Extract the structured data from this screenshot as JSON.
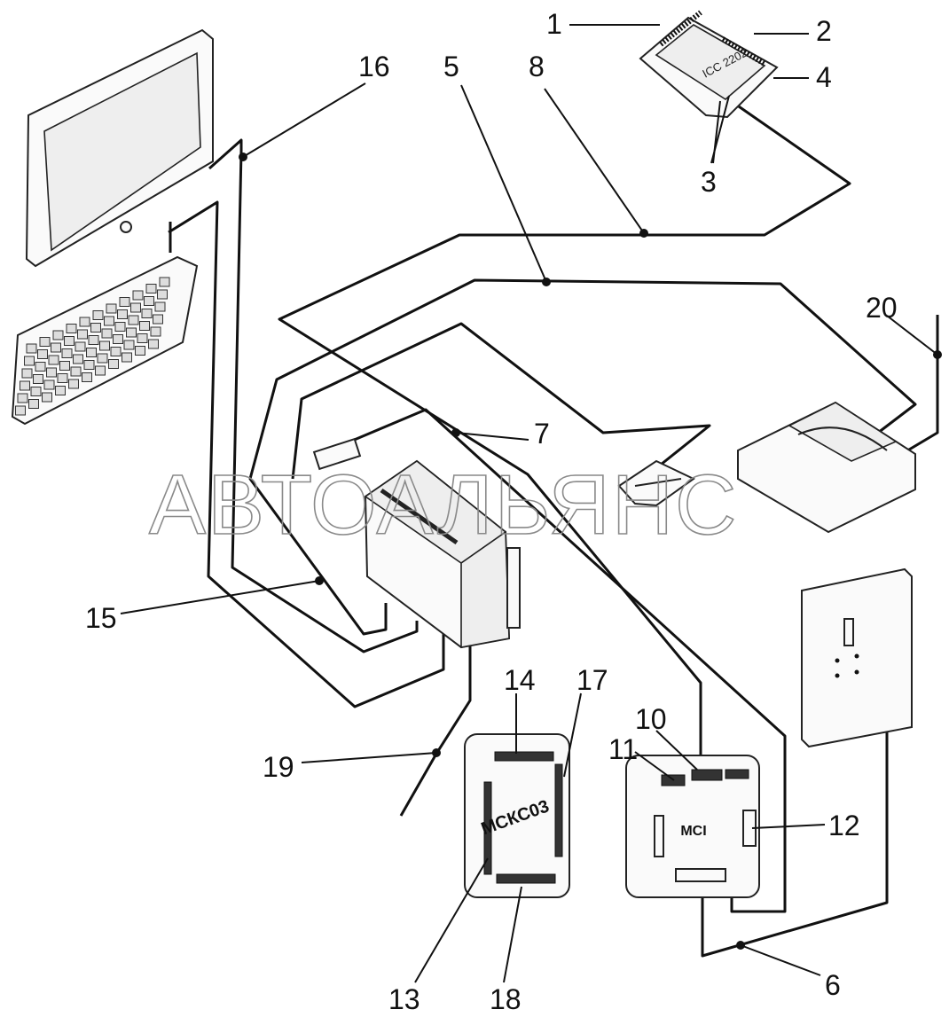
{
  "watermark": "АВТОАЛЬЯНС",
  "labels": {
    "l1": "1",
    "l2": "2",
    "l3": "3",
    "l4": "4",
    "l5": "5",
    "l6": "6",
    "l7": "7",
    "l8": "8",
    "l10": "10",
    "l11": "11",
    "l12": "12",
    "l13": "13",
    "l14": "14",
    "l15": "15",
    "l16": "16",
    "l17": "17",
    "l18": "18",
    "l19": "19",
    "l20": "20"
  },
  "device_text": {
    "mcks": "МСКС03",
    "mci": "MCI",
    "chip": "ICC 2202"
  }
}
